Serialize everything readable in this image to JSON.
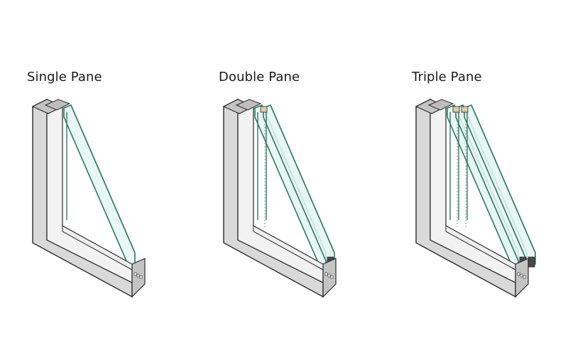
{
  "diagram": {
    "panels": [
      {
        "label": "Single Pane",
        "panes": 1
      },
      {
        "label": "Double Pane",
        "panes": 2
      },
      {
        "label": "Triple Pane",
        "panes": 3
      }
    ],
    "colors": {
      "frame_front": "#d9d9d9",
      "frame_light": "#f2f2f2",
      "frame_shadow": "#c4c4c4",
      "outline": "#2a2a2a",
      "glass_fill": "#e4f4f3",
      "glass_edge": "#2e7a60",
      "spacer": "#4a4a4a",
      "seal": "#d8cfa8"
    }
  }
}
